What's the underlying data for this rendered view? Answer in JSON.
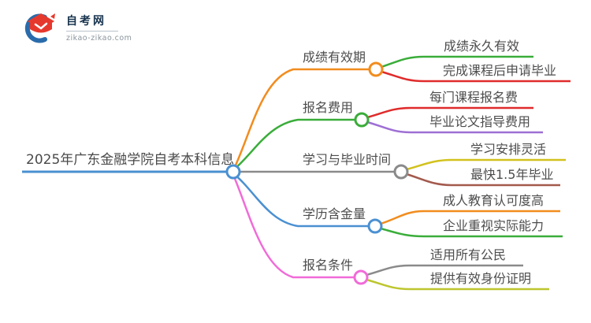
{
  "logo": {
    "title": "自考网",
    "domain": "zikao-zikao.com",
    "icon": "graduation-cap-icon",
    "colors": {
      "crescent_blue": "#2a6cab",
      "cap_red": "#e6392d",
      "title_navy": "#17334d",
      "domain_gray": "#8a949c"
    }
  },
  "main": {
    "label": "2025年广东金融学院自考本科信息",
    "color": "#4a90d2"
  },
  "branches": [
    {
      "id": "score-validity",
      "label": "成绩有效期",
      "color": "#f28c1e",
      "children": [
        {
          "label": "成绩永久有效",
          "color": "#3aad3a"
        },
        {
          "label": "完成课程后申请毕业",
          "color": "#e02b2b"
        }
      ]
    },
    {
      "id": "registration-fee",
      "label": "报名费用",
      "color": "#3aad3a",
      "children": [
        {
          "label": "每门课程报名费",
          "color": "#e02b2b"
        },
        {
          "label": "毕业论文指导费用",
          "color": "#9e6fd4"
        }
      ]
    },
    {
      "id": "study-graduation-time",
      "label": "学习与毕业时间",
      "color": "#8a8a8a",
      "children": [
        {
          "label": "学习安排灵活",
          "color": "#d2c21d"
        },
        {
          "label": "最快1.5年毕业",
          "color": "#a35a4d"
        }
      ]
    },
    {
      "id": "degree-value",
      "label": "学历含金量",
      "color": "#4a90d2",
      "children": [
        {
          "label": "成人教育认可度高",
          "color": "#f28c1e"
        },
        {
          "label": "企业重视实际能力",
          "color": "#3aad3a"
        }
      ]
    },
    {
      "id": "registration-conditions",
      "label": "报名条件",
      "color": "#f16bd8",
      "children": [
        {
          "label": "适用所有公民",
          "color": "#8a8a8a"
        },
        {
          "label": "提供有效身份证明",
          "color": "#bdc62f"
        }
      ]
    }
  ]
}
